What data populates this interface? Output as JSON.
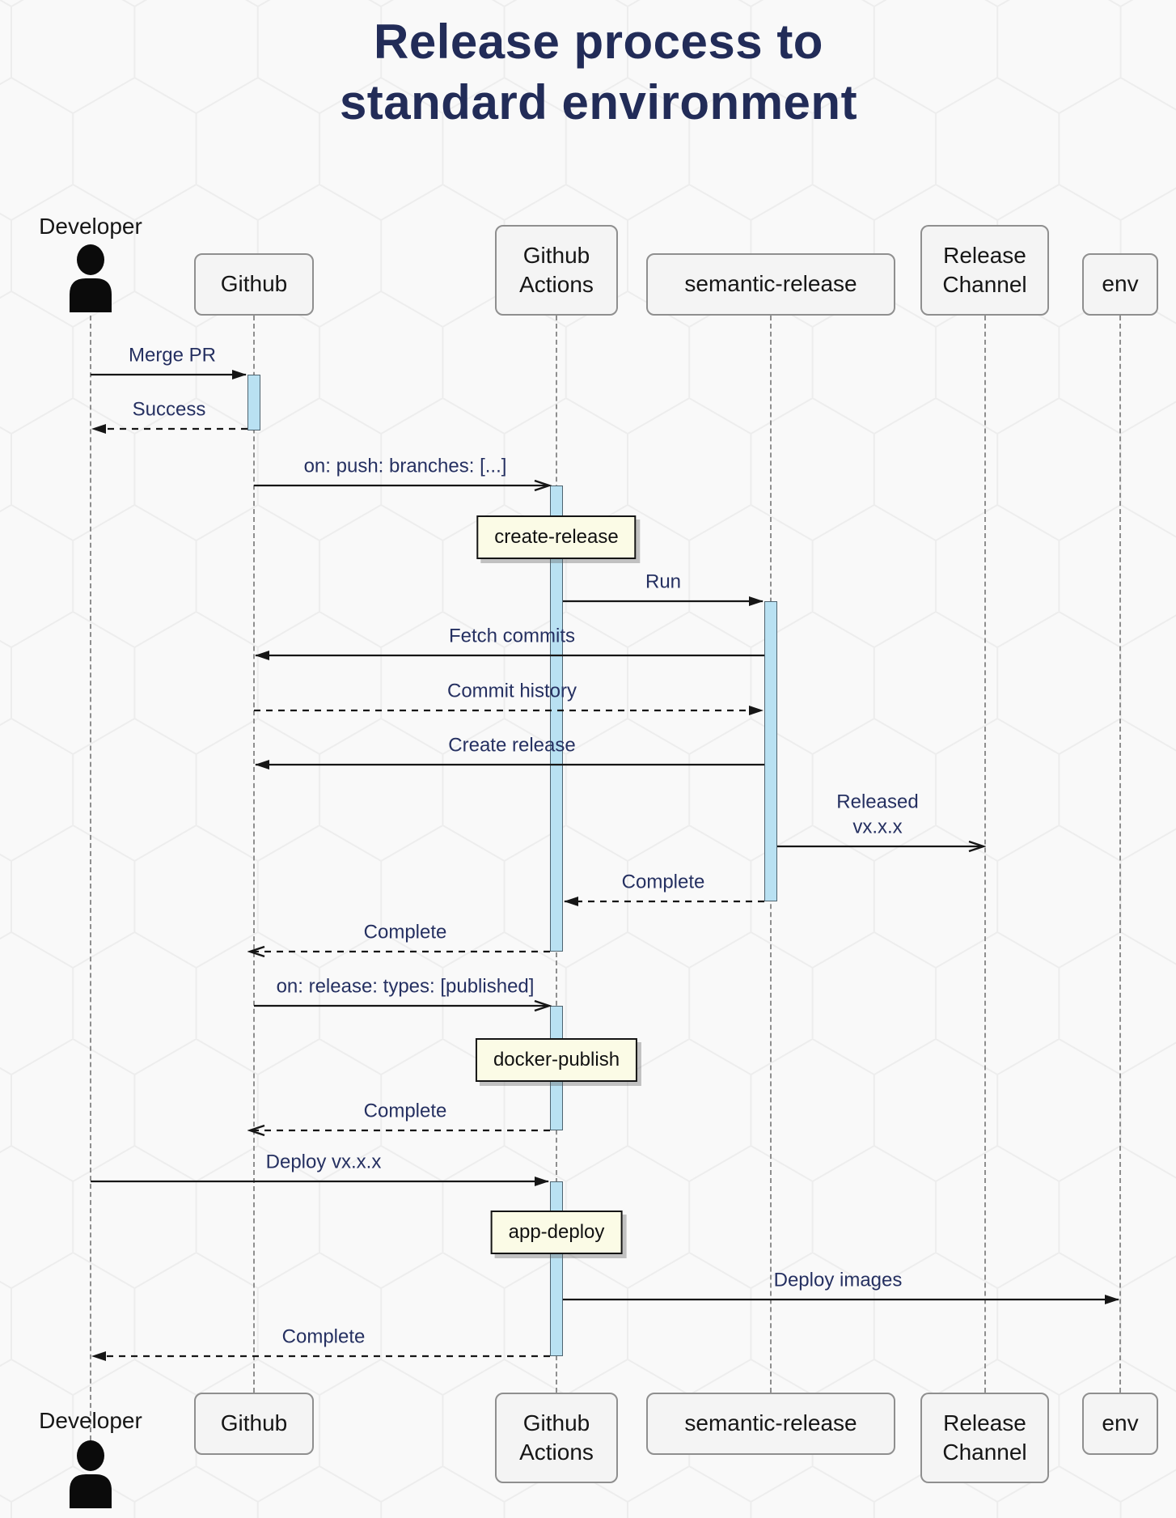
{
  "title": "Release process to standard environment",
  "participants": [
    {
      "id": "developer",
      "label": "Developer",
      "type": "actor"
    },
    {
      "id": "github",
      "label": "Github",
      "type": "participant"
    },
    {
      "id": "github-actions",
      "label": "Github Actions",
      "type": "participant"
    },
    {
      "id": "semantic-release",
      "label": "semantic-release",
      "type": "participant"
    },
    {
      "id": "release-channel",
      "label": "Release Channel",
      "type": "participant"
    },
    {
      "id": "env",
      "label": "env",
      "type": "participant"
    }
  ],
  "messages": [
    {
      "from": "Developer",
      "to": "Github",
      "label": "Merge PR",
      "line": "solid",
      "arrowhead": "filled"
    },
    {
      "from": "Github",
      "to": "Developer",
      "label": "Success",
      "line": "dashed",
      "arrowhead": "filled"
    },
    {
      "from": "Github",
      "to": "Github Actions",
      "label": "on: push: branches: [...]",
      "line": "solid",
      "arrowhead": "open"
    },
    {
      "from": "Github Actions",
      "to": "semantic-release",
      "label": "Run",
      "line": "solid",
      "arrowhead": "filled"
    },
    {
      "from": "semantic-release",
      "to": "Github",
      "label": "Fetch commits",
      "line": "solid",
      "arrowhead": "filled"
    },
    {
      "from": "Github",
      "to": "semantic-release",
      "label": "Commit history",
      "line": "dashed",
      "arrowhead": "filled"
    },
    {
      "from": "semantic-release",
      "to": "Github",
      "label": "Create release",
      "line": "solid",
      "arrowhead": "filled"
    },
    {
      "from": "semantic-release",
      "to": "Release Channel",
      "label": "Released\nvx.x.x",
      "line": "solid",
      "arrowhead": "open"
    },
    {
      "from": "semantic-release",
      "to": "Github Actions",
      "label": "Complete",
      "line": "dashed",
      "arrowhead": "filled"
    },
    {
      "from": "Github Actions",
      "to": "Github",
      "label": "Complete",
      "line": "dashed",
      "arrowhead": "open"
    },
    {
      "from": "Github",
      "to": "Github Actions",
      "label": "on: release: types: [published]",
      "line": "solid",
      "arrowhead": "open"
    },
    {
      "from": "Github Actions",
      "to": "Github",
      "label": "Complete",
      "line": "dashed",
      "arrowhead": "open"
    },
    {
      "from": "Developer",
      "to": "Github Actions",
      "label": "Deploy vx.x.x",
      "line": "solid",
      "arrowhead": "filled"
    },
    {
      "from": "Github Actions",
      "to": "env",
      "label": "Deploy images",
      "line": "solid",
      "arrowhead": "filled"
    },
    {
      "from": "Github Actions",
      "to": "Developer",
      "label": "Complete",
      "line": "dashed",
      "arrowhead": "filled"
    }
  ],
  "notes": [
    {
      "over": "Github Actions",
      "label": "create-release"
    },
    {
      "over": "Github Actions",
      "label": "docker-publish"
    },
    {
      "over": "Github Actions",
      "label": "app-deploy"
    }
  ],
  "colors": {
    "background": "#f9f9f9",
    "pattern_line": "#ededed",
    "title_text": "#222c58",
    "message_text": "#253061",
    "participant_fill": "#f4f4f4",
    "participant_border": "#8f8f8f",
    "activation_fill": "#b9e1f2",
    "note_fill": "#fbfbe6",
    "arrow": "#161616"
  }
}
